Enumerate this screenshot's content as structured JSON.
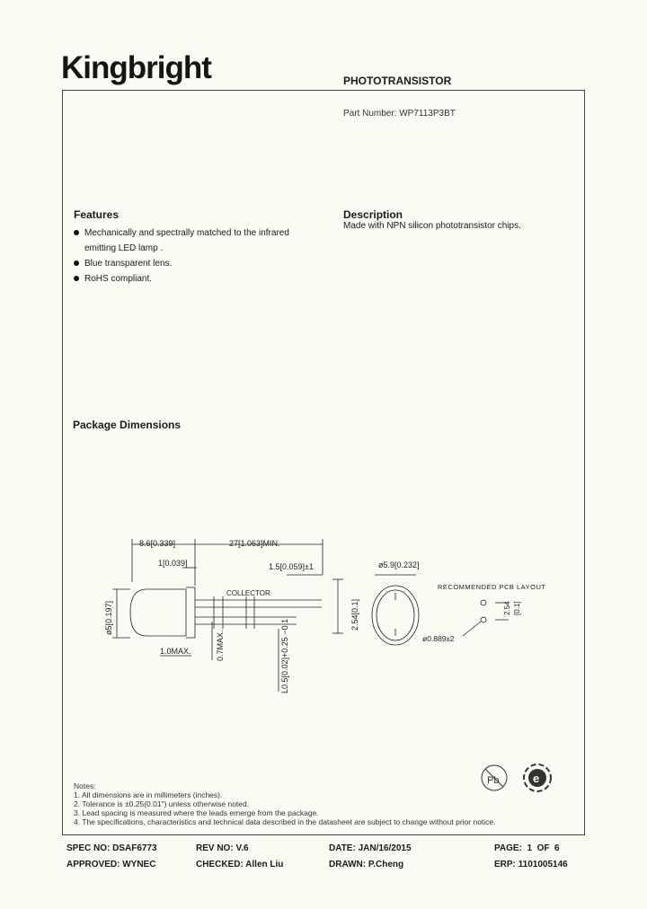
{
  "header": {
    "logo": "Kingbright",
    "doc_type": "PHOTOTRANSISTOR"
  },
  "part_number": "Part Number: WP7113P3BT",
  "features": {
    "title": "Features",
    "items": [
      "Mechanically and spectrally matched to the infrared emitting LED lamp .",
      "Blue transparent lens.",
      "RoHS compliant."
    ]
  },
  "description": {
    "title": "Description",
    "text": "Made with NPN silicon phototransistor chips."
  },
  "package": {
    "title": "Package Dimensions",
    "dims": {
      "d1": "8.6[0.339]",
      "d2": "27[1.063]MIN.",
      "d3": "1[0.039]",
      "d4": "1.5[0.059]±1",
      "d5": "COLLECTOR",
      "d6": "ø5[0.197]",
      "d7": "1.0MAX.",
      "d8": "0.7MAX.",
      "d9": "L0.5[0.02]+0.25 −0.1",
      "d10": "2.54[0.1]",
      "d11": "ø5.9[0.232]",
      "pcb_title": "RECOMMENDED PCB LAYOUT",
      "pcb_pitch": "2.54",
      "pcb_pitch_in": "[0.1]",
      "pcb_hole": "ø0.889x2"
    }
  },
  "notes": {
    "title": "Notes:",
    "items": [
      "1. All dimensions are in millimeters (inches).",
      "2. Tolerance is ±0.25(0.01\") unless otherwise noted.",
      "3. Lead spacing is measured where the leads emerge from the package.",
      "4. The specifications, characteristics and technical data described in the datasheet are subject to change without prior notice."
    ]
  },
  "badges": {
    "pb_free": "Pb",
    "rohs": "e"
  },
  "footer": {
    "spec_no": "SPEC NO: DSAF6773",
    "rev_no": "REV NO: V.6",
    "date": "DATE: JAN/16/2015",
    "page": "PAGE:  1  OF  6",
    "approved": "APPROVED: WYNEC",
    "checked": "CHECKED: Allen Liu",
    "drawn": "DRAWN: P.Cheng",
    "erp": "ERP: 1101005146"
  }
}
